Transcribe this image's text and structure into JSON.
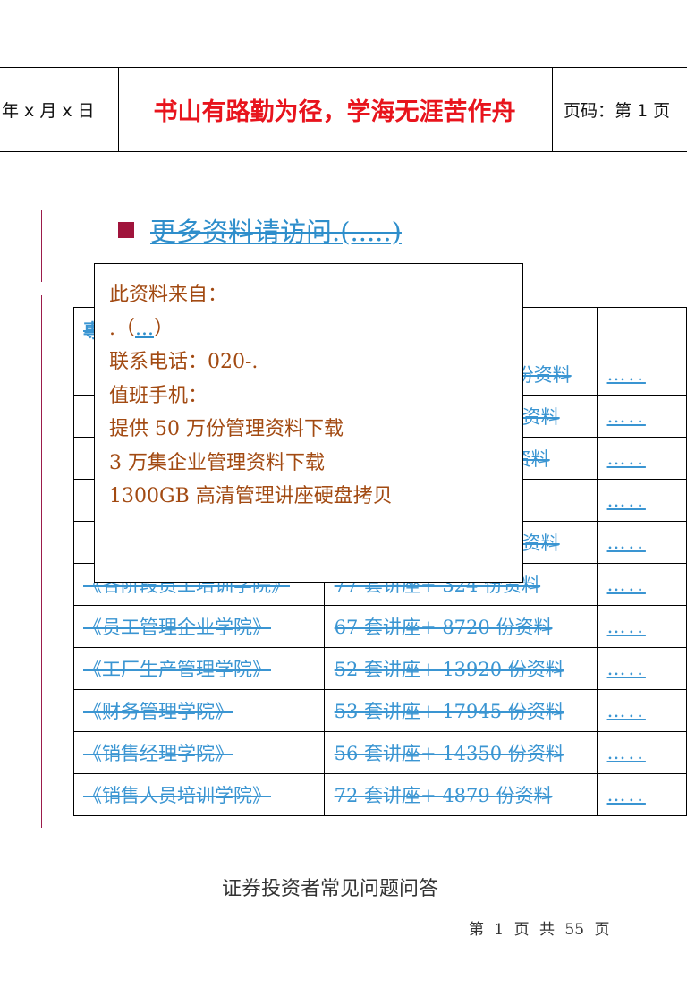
{
  "header": {
    "date": "年 x 月 x 日",
    "motto": "书山有路勤为径，学海无涯苦作舟",
    "page": "页码：第 1 页"
  },
  "link_heading": "更多资料请访问.(.....)",
  "popup": {
    "lines": [
      "此资料来自：",
      "联系电话：020-.",
      "值班手机：",
      "提供 50 万份管理资料下载",
      "3 万集企业管理资料下载",
      "1300GB 高清管理讲座硬盘拷贝"
    ],
    "link_prefix": ".（",
    "link_text": "...",
    "link_suffix": "）"
  },
  "table": {
    "first_row_fragment": "專",
    "rows": [
      {
        "a": "",
        "b": "份资料",
        "c": "….."
      },
      {
        "a": "",
        "b": "份资料",
        "c": "….."
      },
      {
        "a": "",
        "b": "资料",
        "c": "….."
      },
      {
        "a": "",
        "b": "",
        "c": "….."
      },
      {
        "a": "",
        "b": "份资料",
        "c": "….."
      },
      {
        "a": "《各阶段员工培训学院》",
        "b": "77 套讲座+ 324 份资料",
        "c": "….."
      },
      {
        "a": "《员工管理企业学院》",
        "b": "67 套讲座+ 8720 份资料",
        "c": "….."
      },
      {
        "a": "《工厂生产管理学院》",
        "b": "52 套讲座+ 13920 份资料",
        "c": "….."
      },
      {
        "a": "《财务管理学院》",
        "b": "53 套讲座+ 17945 份资料",
        "c": "….."
      },
      {
        "a": "《销售经理学院》",
        "b": "56 套讲座+ 14350 份资料",
        "c": "….."
      },
      {
        "a": "《销售人员培训学院》",
        "b": "72 套讲座+ 4879 份资料",
        "c": "….."
      }
    ]
  },
  "document_title": "证券投资者常见问题问答",
  "footer": "第 1 页 共 55 页",
  "colors": {
    "motto": "#e8141d",
    "link": "#2e8ecb",
    "popup_text": "#a24a12",
    "bullet": "#a0143c"
  }
}
